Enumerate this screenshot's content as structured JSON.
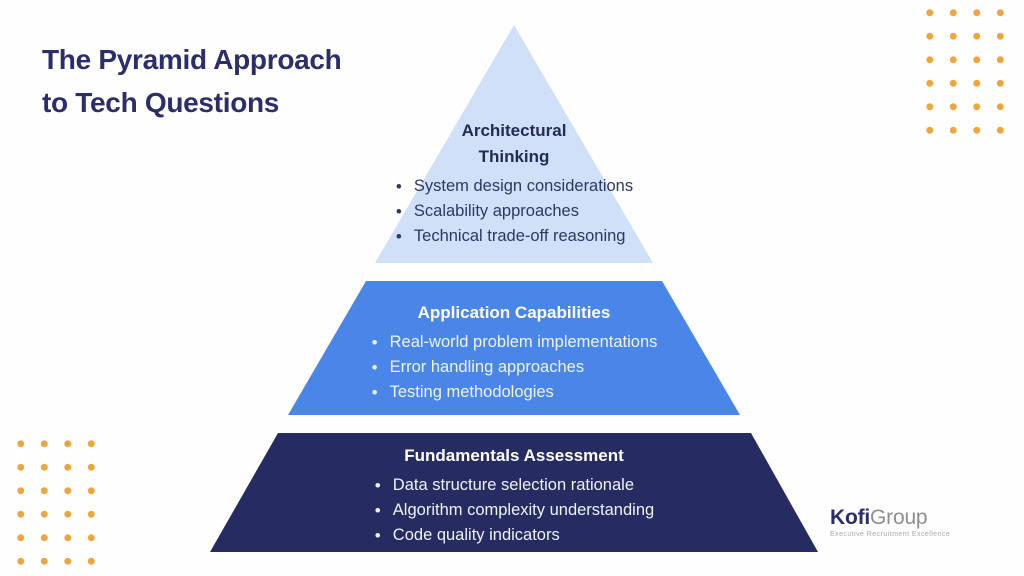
{
  "title": {
    "line1": "The Pyramid Approach",
    "line2": "to Tech Questions"
  },
  "pyramid": {
    "tiers": [
      {
        "heading": "Architectural Thinking",
        "bullets": [
          "System design considerations",
          "Scalability approaches",
          "Technical trade-off reasoning"
        ]
      },
      {
        "heading": "Application Capabilities",
        "bullets": [
          "Real-world problem implementations",
          "Error handling approaches",
          "Testing methodologies"
        ]
      },
      {
        "heading": "Fundamentals Assessment",
        "bullets": [
          "Data structure selection rationale",
          "Algorithm complexity understanding",
          "Code quality indicators"
        ]
      }
    ]
  },
  "logo": {
    "brand_primary": "Kofi",
    "brand_secondary": "Group",
    "tagline": "Executive Recruitment Excellence"
  },
  "colors": {
    "background": "#fefefe",
    "title_text": "#2b2e6b",
    "tier1_bg": "#cfe0f8",
    "tier1_heading": "#232b56",
    "tier1_text": "#2c3862",
    "tier2_bg": "#4a86e8",
    "tier2_text": "#eef3fc",
    "tier3_bg": "#262b61",
    "tier3_text": "#eef3fc",
    "dots_accent": "#f0a43c",
    "logo_primary": "#2b2e6b",
    "logo_secondary": "#8d8d93",
    "logo_tagline": "#a9a9ad"
  }
}
